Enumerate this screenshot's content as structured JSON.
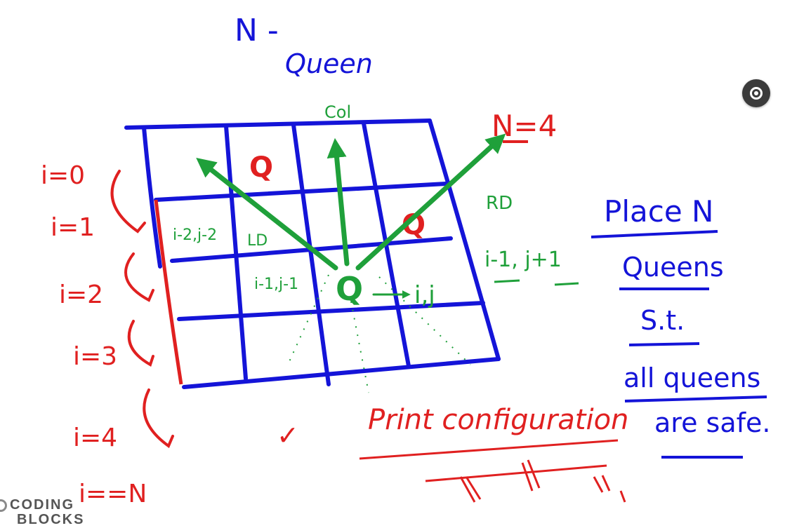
{
  "title": {
    "line1": "N -",
    "line2": "Queen"
  },
  "board": {
    "queen_marks": [
      "Q",
      "Q",
      "Q"
    ],
    "column_up": "Col",
    "right_diag": "RD",
    "left_diag": "LD",
    "n_label": "N=4",
    "cell_ij": "i,j",
    "cell_up_left": "i-1,j-1",
    "cell_up_right": "i-1, j+1",
    "cell_far_left": "i-2,j-2"
  },
  "rows": [
    "i=0",
    "i=1",
    "i=2",
    "i=3",
    "i=4",
    "i==N"
  ],
  "problem": [
    "Place N",
    "Queens",
    "S.t.",
    "all queens",
    "are safe."
  ],
  "print_note": "Print configuration",
  "check_mark": "✓",
  "colors": {
    "blue": "#1414d8",
    "red": "#e02020",
    "green": "#1fa03a"
  },
  "watermark": {
    "line1": "CODING",
    "line2": "BLOCKS"
  },
  "icons": {
    "settings": "settings-icon"
  }
}
